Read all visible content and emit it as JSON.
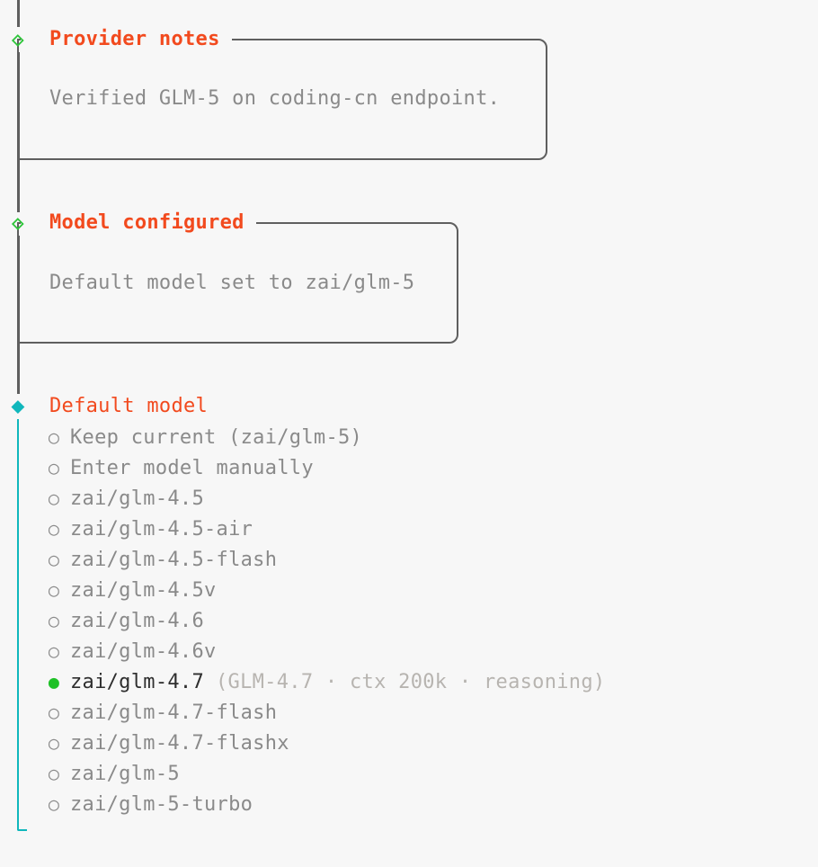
{
  "colors": {
    "bg": "#f7f7f7",
    "line": "#5f5f5f",
    "muted": "#8a8a8a",
    "hint": "#b7b4b0",
    "dark": "#2e2e2e",
    "orange": "#f24a1e",
    "green": "#2ec53a",
    "green_dot": "#1fc127",
    "teal": "#10b7bc"
  },
  "icons": {
    "step_completed": "◇",
    "step_active": "◆",
    "radio_unselected": "○",
    "radio_selected": "●"
  },
  "notes": {
    "provider": {
      "title": "Provider notes",
      "body": "Verified GLM-5 on coding-cn endpoint."
    },
    "model": {
      "title": "Model configured",
      "body": "Default model set to zai/glm-5"
    }
  },
  "select": {
    "title": "Default model",
    "options": [
      {
        "label": "Keep current (zai/glm-5)",
        "selected": false
      },
      {
        "label": "Enter model manually",
        "selected": false
      },
      {
        "label": "zai/glm-4.5",
        "selected": false
      },
      {
        "label": "zai/glm-4.5-air",
        "selected": false
      },
      {
        "label": "zai/glm-4.5-flash",
        "selected": false
      },
      {
        "label": "zai/glm-4.5v",
        "selected": false
      },
      {
        "label": "zai/glm-4.6",
        "selected": false
      },
      {
        "label": "zai/glm-4.6v",
        "selected": false
      },
      {
        "label": "zai/glm-4.7",
        "selected": true,
        "hint": "(GLM-4.7 · ctx 200k · reasoning)"
      },
      {
        "label": "zai/glm-4.7-flash",
        "selected": false
      },
      {
        "label": "zai/glm-4.7-flashx",
        "selected": false
      },
      {
        "label": "zai/glm-5",
        "selected": false
      },
      {
        "label": "zai/glm-5-turbo",
        "selected": false
      }
    ]
  }
}
